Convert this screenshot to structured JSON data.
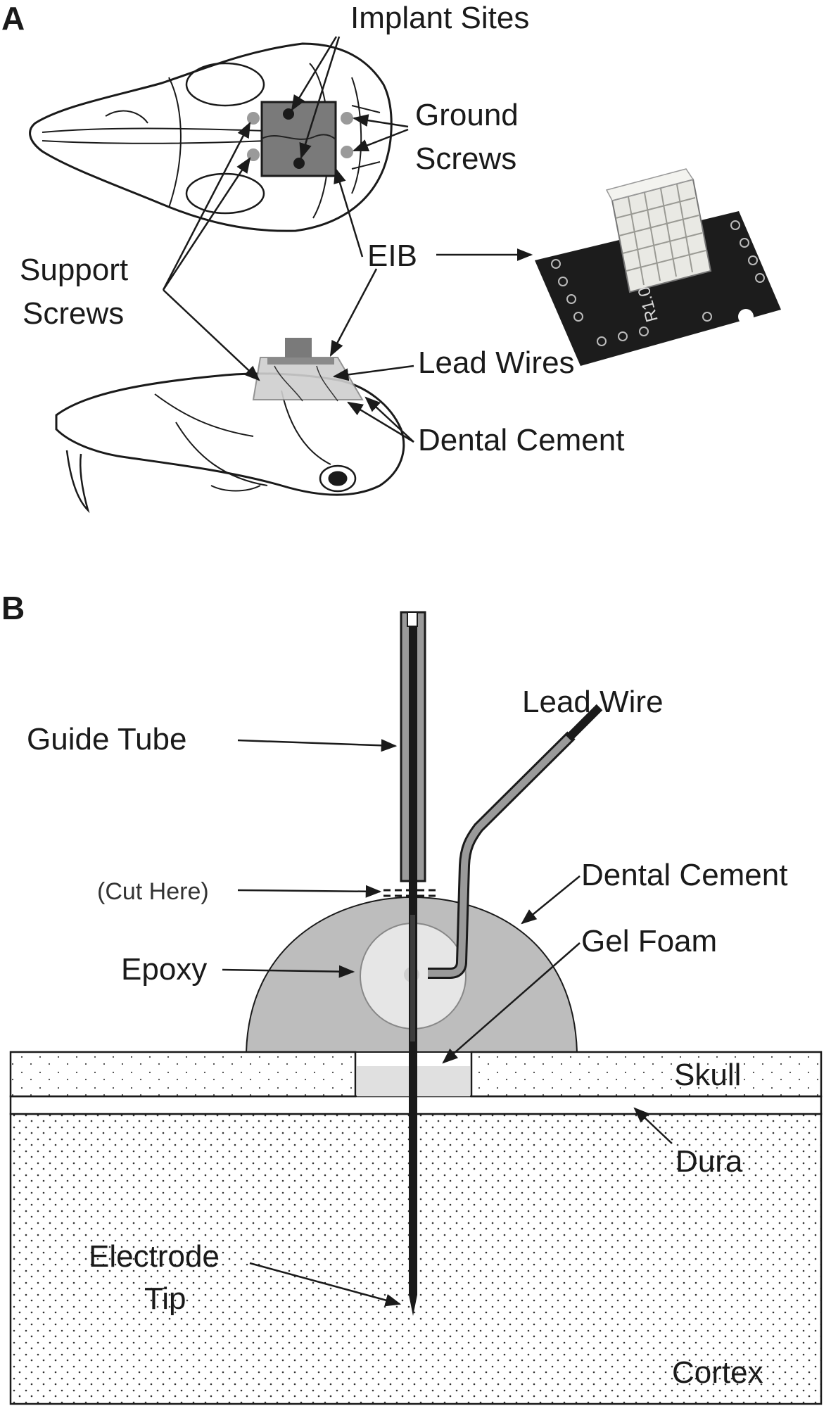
{
  "panel_a": {
    "letter": "A",
    "labels": {
      "implant_sites": "Implant Sites",
      "ground_screws_1": "Ground",
      "ground_screws_2": "Screws",
      "support_screws_1": "Support",
      "support_screws_2": "Screws",
      "eib": "EIB",
      "lead_wires": "Lead Wires",
      "dental_cement": "Dental Cement"
    },
    "board_text": "R1.0"
  },
  "panel_b": {
    "letter": "B",
    "labels": {
      "guide_tube": "Guide Tube",
      "lead_wire": "Lead Wire",
      "cut_here": "(Cut Here)",
      "dental_cement": "Dental Cement",
      "gel_foam": "Gel Foam",
      "epoxy": "Epoxy",
      "skull": "Skull",
      "dura": "Dura",
      "electrode_tip_1": "Electrode",
      "electrode_tip_2": "Tip",
      "cortex": "Cortex"
    }
  },
  "colors": {
    "line": "#1a1a1a",
    "cement": "#bdbdbd",
    "epoxy": "#e6e6e6",
    "cement_gray": "#9a9a9a",
    "board": "#1c1c1c"
  }
}
